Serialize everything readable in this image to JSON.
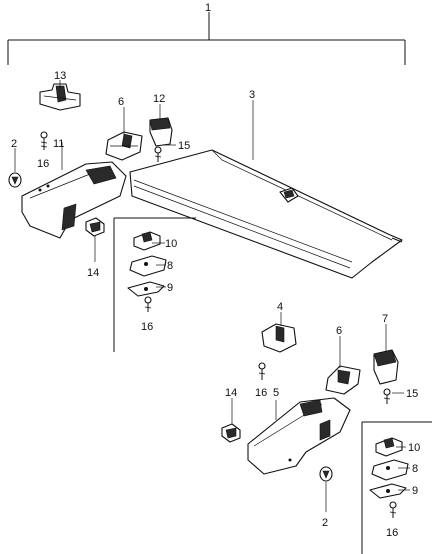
{
  "callouts": {
    "c1": "1",
    "c13": "13",
    "c6_top": "6",
    "c12": "12",
    "c3": "3",
    "c2_left": "2",
    "c11": "11",
    "c16_left": "16",
    "c15_top": "15",
    "c10_left": "10",
    "c8_left": "8",
    "c9_left": "9",
    "c16_mid": "16",
    "c14_left": "14",
    "c4": "4",
    "c6_right": "6",
    "c7": "7",
    "c16_right": "16",
    "c5": "5",
    "c15_right": "15",
    "c14_right": "14",
    "c10_right": "10",
    "c8_right": "8",
    "c9_right": "9",
    "c16_bottom": "16",
    "c2_bottom": "2"
  }
}
